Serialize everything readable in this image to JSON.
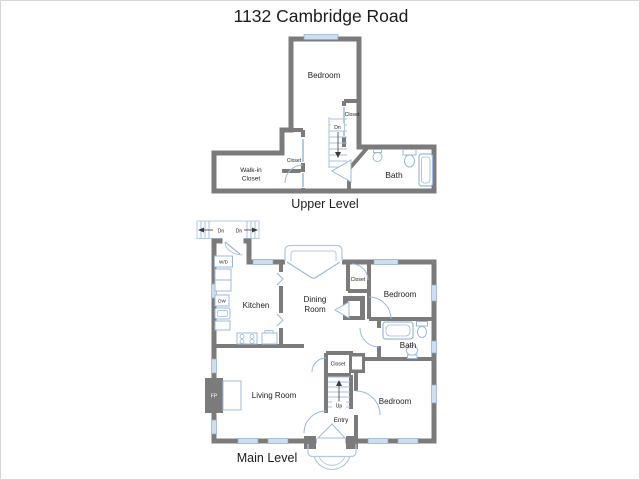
{
  "title": "1132 Cambridge Road",
  "colors": {
    "wall_gray": "#7b7b7b",
    "window_blue": "#cfddf0",
    "fixture_blue": "#9cb8dd",
    "text": "#1c1c1c"
  },
  "upper": {
    "caption": "Upper Level",
    "bedroom": "Bedroom",
    "closet_right": "Closet",
    "closet_middle": "Closet",
    "walkin_line1": "Walk-in",
    "walkin_line2": "Closet",
    "bath": "Bath",
    "stairs_down": "Dn"
  },
  "main": {
    "caption": "Main Level",
    "kitchen": "Kitchen",
    "dining_line1": "Dining",
    "dining_line2": "Room",
    "closet_top": "Closet",
    "bedroom_top": "Bedroom",
    "bath": "Bath",
    "closet_mid": "Closet",
    "stairs_up": "Up",
    "entry": "Entry",
    "living_room": "Living Room",
    "bedroom_bottom": "Bedroom",
    "fireplace": "FP",
    "washer_dryer": "W/D",
    "dishwasher": "DW",
    "deck_dn_left": "Dn",
    "deck_dn_right": "Dn"
  }
}
